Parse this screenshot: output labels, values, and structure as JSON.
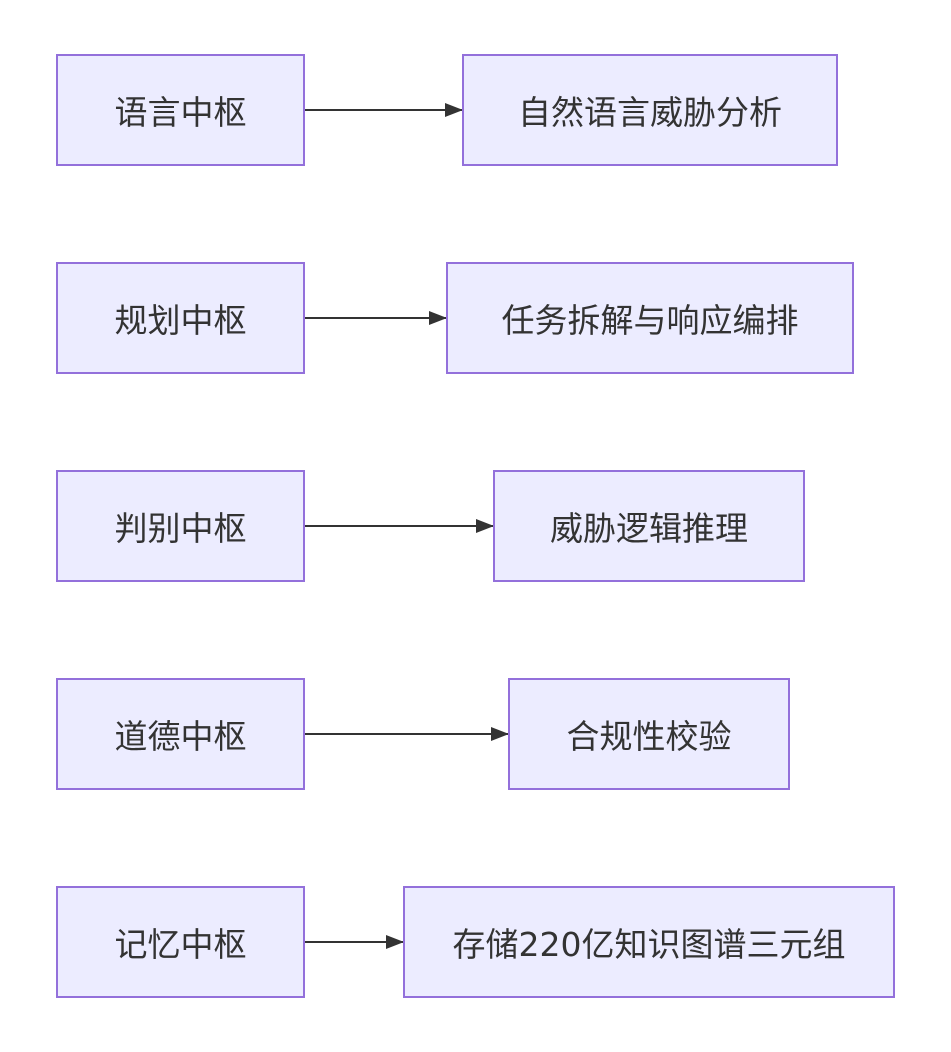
{
  "diagram": {
    "type": "flowchart-left-to-right",
    "colors": {
      "background": "#FFFFFF",
      "node_fill": "#ECECFF",
      "node_border": "#9370DB",
      "arrow": "#333333",
      "text": "#333333"
    },
    "rows": [
      {
        "left": "语言中枢",
        "right": "自然语言威胁分析"
      },
      {
        "left": "规划中枢",
        "right": "任务拆解与响应编排"
      },
      {
        "left": "判别中枢",
        "right": "威胁逻辑推理"
      },
      {
        "left": "道德中枢",
        "right": "合规性校验"
      },
      {
        "left": "记忆中枢",
        "right": "存储220亿知识图谱三元组"
      }
    ]
  }
}
